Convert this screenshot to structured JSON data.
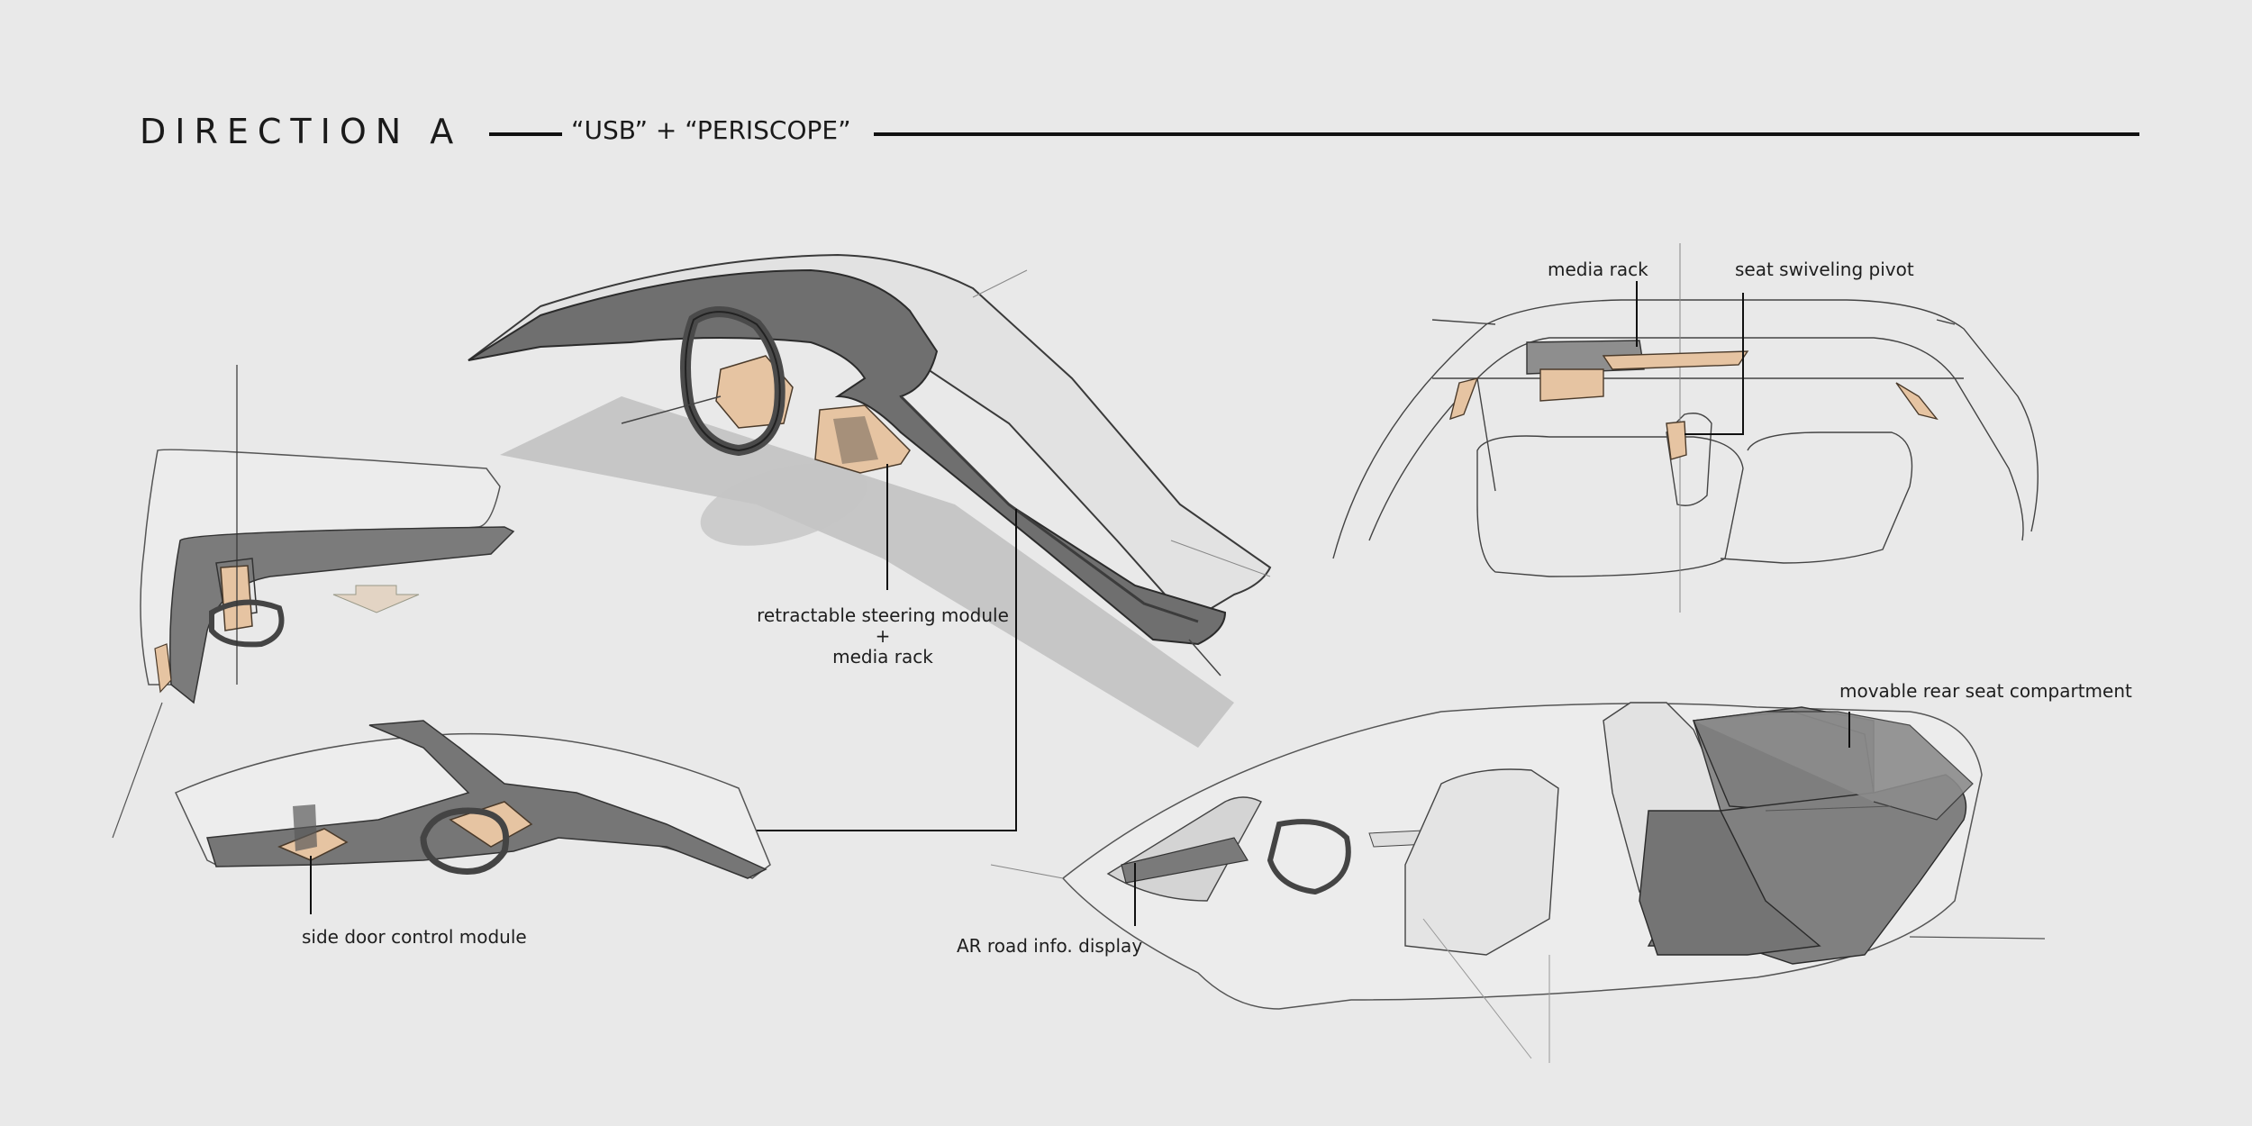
{
  "header": {
    "title": "DIRECTION A",
    "subtitle": "“USB” + “PERISCOPE”"
  },
  "callouts": {
    "media_rack_top": "media rack",
    "seat_pivot": "seat swiveling pivot",
    "steering_line1": "retractable steering module",
    "steering_plus": "+",
    "steering_line2": "media rack",
    "rear_seat": "movable rear seat compartment",
    "side_door": "side door control module",
    "ar_display": "AR road info. display"
  },
  "colors": {
    "background": "#e9e9e9",
    "ink": "#1a1a1a",
    "shell_grey": "#7a7a7a",
    "accent_tan": "#e6c4a2",
    "shadow": "#b9b9b9"
  }
}
